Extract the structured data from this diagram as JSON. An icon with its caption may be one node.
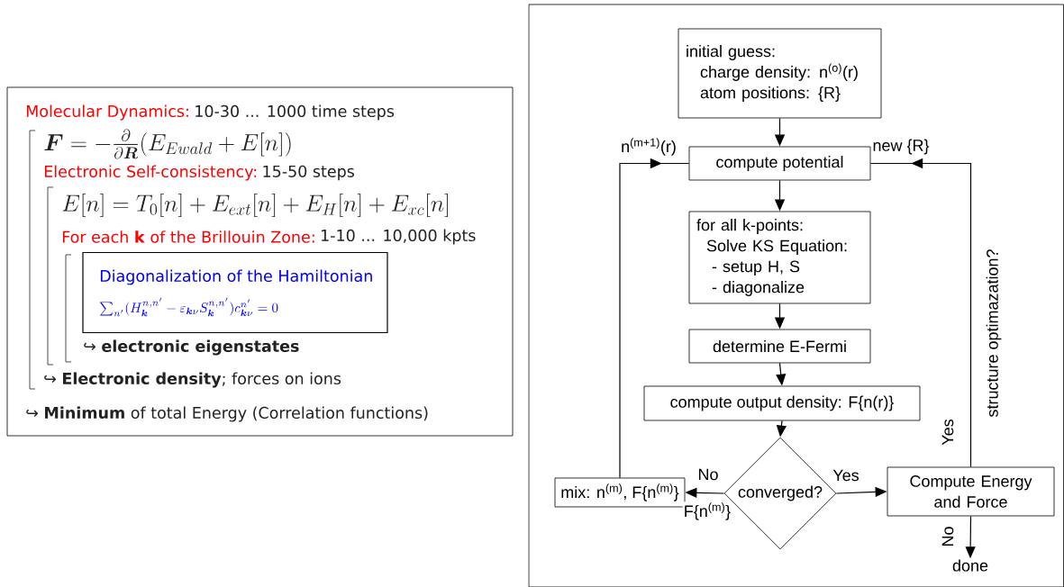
{
  "diagram": {
    "nodes": [
      {
        "text": [
          "Molecular Dynamics:",
          "10-30 ... 1000 time steps",
          "\\boldsymbol{F}=-\\frac{\\partial}{\\partial\\boldsymbol{R}}(E_{Ewald}+E[n])",
          "Electronic Self-consistency:",
          "15-50 steps",
          "E[n]=T_0[n]+E_{ext}[n]+E_H[n]+E_{xc}[n]",
          "For each **k** of the Brillouin Zone:",
          "1-10 ... 10,000 kpts",
          "↪ **electronic eigenstates**",
          "↪ **Electronic density**; forces on ions",
          "↪ **Minimum** of total Energy (Correlation functions)"
        ]
      },
      {
        "text": [
          "Diagonalization of the Hamiltonian",
          "\\sum_{n'}(H_{\\boldsymbol{k}}^{n,n'}-\\varepsilon_{\\boldsymbol{k}\\nu}S_{\\boldsymbol{k}}^{n,n'})c_{\\boldsymbol{k}\\nu}^{n'}=0"
        ],
        "in": 0
      },
      {
        "text": [
          "initial guess:",
          "charge density: n$^{(o)}$(r)",
          "atom positions:  {R}"
        ]
      },
      {
        "text": [
          "compute potential"
        ]
      },
      {
        "text": [
          "for all k-points:",
          "Solve KS Equation:",
          "- setup H, S",
          "- diagonalize"
        ]
      },
      {
        "text": [
          "determine E-Fermi"
        ]
      },
      {
        "text": [
          "compute output density: F{n(r)}"
        ]
      },
      {
        "text": [
          "converged?"
        ]
      },
      {
        "text": [
          "mix: n$^{(m)}$, F{n$^{(m)}$}"
        ]
      },
      {
        "text": [
          "Compute Energy and Force"
        ]
      },
      {
        "text": [
          "done"
        ]
      }
    ],
    "edges": [
      {
        "from": 2,
        "to": 3,
        "arrow": "to"
      },
      {
        "from": 3,
        "to": 4,
        "arrow": "to"
      },
      {
        "from": 4,
        "to": 5,
        "arrow": "to"
      },
      {
        "from": 5,
        "to": 6,
        "arrow": "to"
      },
      {
        "from": 6,
        "to": 7,
        "arrow": "to"
      },
      {
        "from": 7,
        "to": 8,
        "arrow": "to",
        "label": "No"
      },
      {
        "from": 7,
        "to": 9,
        "arrow": "to",
        "label": "Yes"
      },
      {
        "from": 8,
        "to": 3,
        "arrow": "to",
        "label": "n$^{(m+1)}$(r)"
      },
      {
        "from": 9,
        "to": 3,
        "arrow": "to",
        "label": "new {R}"
      },
      {
        "from": 9,
        "to": 10,
        "arrow": "to",
        "label": "No"
      }
    ],
    "labels": [
      "F{n$^{(m)}$}",
      "Yes",
      "structure optimazation?"
    ]
  }
}
